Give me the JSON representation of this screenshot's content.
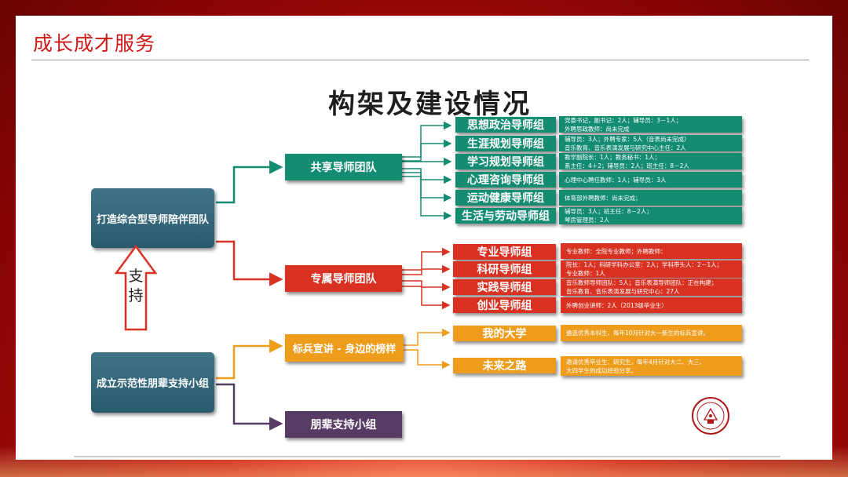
{
  "header": {
    "title": "成长成才服务"
  },
  "diagram": {
    "title": "构架及建设情况",
    "roots": {
      "mentor": "打造综合型导师陪伴团队",
      "peer": "成立示范性朋辈支持小组"
    },
    "support_label": [
      "支",
      "持"
    ],
    "branches": {
      "shared": "共享导师团队",
      "exclusive": "专属导师团队",
      "role_model": "标兵宣讲 - 身边的榜样",
      "peer_group": "朋辈支持小组"
    },
    "shared_groups": [
      {
        "name": "思想政治导师组",
        "detail": [
          "党委书记，副书记：2人；辅导员：3－1人；",
          "外聘思政教师：尚未完成"
        ]
      },
      {
        "name": "生涯规划导师组",
        "detail": [
          "辅导员：3人；外聘专家：5人（音表尚未完成）",
          "音乐教育、音乐表演发展与研究中心主任：2人"
        ]
      },
      {
        "name": "学习规划导师组",
        "detail": [
          "教学副院长：1人；教务秘书：1人；",
          "系主任：4＋2；辅导员：2人；班主任：8－2人"
        ]
      },
      {
        "name": "心理咨询导师组",
        "detail": [
          "心理中心聘任教师：1人；辅导员：3人"
        ]
      },
      {
        "name": "运动健康导师组",
        "detail": [
          "体育部外聘教师：尚未完成；"
        ]
      },
      {
        "name": "生活与劳动导师组",
        "detail": [
          "辅导员：3人；班主任：8－2人；",
          "琴房管理员：2人"
        ]
      }
    ],
    "exclusive_groups": [
      {
        "name": "专业导师组",
        "detail": [
          "专业教师：全院专业教师；外聘教师："
        ]
      },
      {
        "name": "科研导师组",
        "detail": [
          "院长：1人；科研学科办公室：2人；学科带头人：2－1人；",
          "专业教师：1人"
        ]
      },
      {
        "name": "实践导师组",
        "detail": [
          "音乐教师导师团队：5人；音乐表演导师团队：正在构建；",
          "音乐教育、音乐表演发展与研究中心：27人"
        ]
      },
      {
        "name": "创业导师组",
        "detail": [
          "外聘创业讲师：2人（2013级毕业生）"
        ]
      }
    ],
    "role_model_items": [
      {
        "name": "我的大学",
        "detail": [
          "遴选优秀本科生，每年10月针对大一新生的标兵宣讲。"
        ]
      },
      {
        "name": "未来之路",
        "detail": [
          "邀请优秀毕业生、研究生，每年4月针对大二、大三、",
          "大四学生的成功经验分享。"
        ]
      }
    ]
  },
  "colors": {
    "teal": "#138c72",
    "red": "#d93222",
    "orange": "#ee9c1c",
    "purple": "#573b65",
    "slate": "#2f6478",
    "title_red": "#d11818"
  },
  "icons": {
    "seal": "university-seal-icon",
    "support_arrow": "up-arrow-icon"
  }
}
